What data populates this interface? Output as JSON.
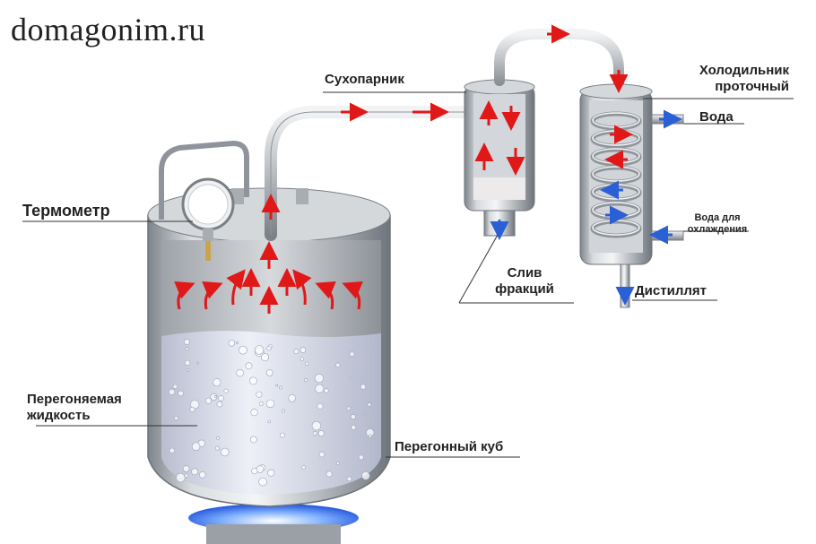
{
  "watermark": "domagonim.ru",
  "labels": {
    "dry_steamer": "Сухопарник",
    "condenser_line1": "Холодильник",
    "condenser_line2": "проточный",
    "water": "Вода",
    "cooling_water_line1": "Вода для",
    "cooling_water_line2": "охлаждения",
    "thermometer": "Термометр",
    "fraction_drain_line1": "Слив",
    "fraction_drain_line2": "фракций",
    "distillate": "Дистиллят",
    "liquid_line1": "Перегоняемая",
    "liquid_line2": "жидкость",
    "still_pot": "Перегонный куб"
  },
  "colors": {
    "steel": "#c9ccd0",
    "steel_dark": "#7d8288",
    "vapor_arrow": "#e01818",
    "water_arrow": "#2a5fd6",
    "liquid": "#dfe3f3",
    "flame": "#3b7cff"
  }
}
